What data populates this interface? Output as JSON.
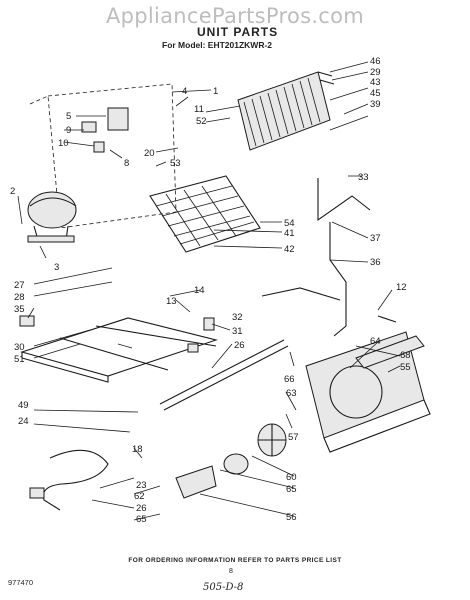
{
  "header": {
    "watermark": "AppliancePartsPros.com",
    "title": "UNIT PARTS",
    "model_line": "For Model: EHT201ZKWR-2"
  },
  "footer": {
    "note": "FOR ORDERING INFORMATION REFER TO PARTS PRICE LIST",
    "page_number": "8",
    "doc_code": "977470",
    "handwritten": "505-D-8"
  },
  "callouts": [
    "1",
    "2",
    "3",
    "4",
    "5",
    "8",
    "9",
    "10",
    "11",
    "12",
    "13",
    "14",
    "18",
    "20",
    "23",
    "24",
    "26",
    "26",
    "27",
    "28",
    "29",
    "30",
    "31",
    "32",
    "33",
    "35",
    "36",
    "37",
    "39",
    "41",
    "42",
    "43",
    "45",
    "46",
    "49",
    "51",
    "52",
    "53",
    "54",
    "55",
    "56",
    "57",
    "60",
    "62",
    "63",
    "64",
    "65",
    "65",
    "66",
    "68"
  ]
}
